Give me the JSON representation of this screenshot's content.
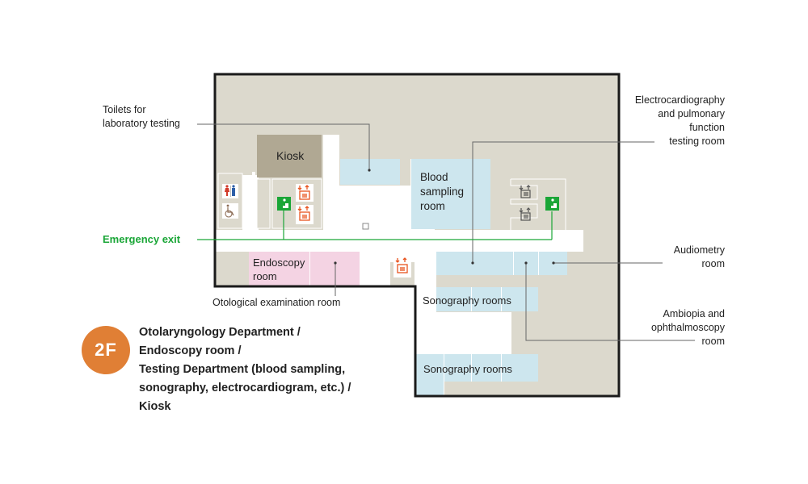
{
  "floor": {
    "badge": "2F",
    "badge_color": "#e07f35",
    "description_lines": [
      "Otolaryngology Department  /",
      "Endoscopy room  /",
      "Testing Department (blood sampling,",
      "sonography, electrocardiogram, etc.)  /",
      "Kiosk"
    ]
  },
  "rooms": {
    "kiosk": "Kiosk",
    "blood_sampling": [
      "Blood",
      "sampling",
      "room"
    ],
    "endoscopy": [
      "Endoscopy",
      "room"
    ],
    "sonography_upper": "Sonography rooms",
    "sonography_lower": "Sonography rooms"
  },
  "callouts": {
    "toilets": [
      "Toilets for",
      "laboratory testing"
    ],
    "emergency_exit": "Emergency exit",
    "otological": "Otological examination room",
    "ecg": [
      "Electrocardiography",
      "and pulmonary",
      "function",
      "testing room"
    ],
    "audiometry": [
      "Audiometry",
      "room"
    ],
    "ambiopia": [
      "Ambiopia and",
      "ophthalmoscopy",
      "room"
    ]
  },
  "icons": {
    "restroom": "restroom-icon",
    "accessible_toilet": "wheelchair-icon",
    "elevator": "elevator-icon",
    "emergency_stairs": "emergency-exit-icon"
  },
  "colors": {
    "floor_gray": "#dcd9cd",
    "kiosk": "#b0a893",
    "testing_room": "#cde6ee",
    "endoscopy": "#f4d3e3",
    "emergency_green": "#1aa637",
    "elevator_orange": "#e8541f",
    "wall": "#1a1a1a"
  }
}
